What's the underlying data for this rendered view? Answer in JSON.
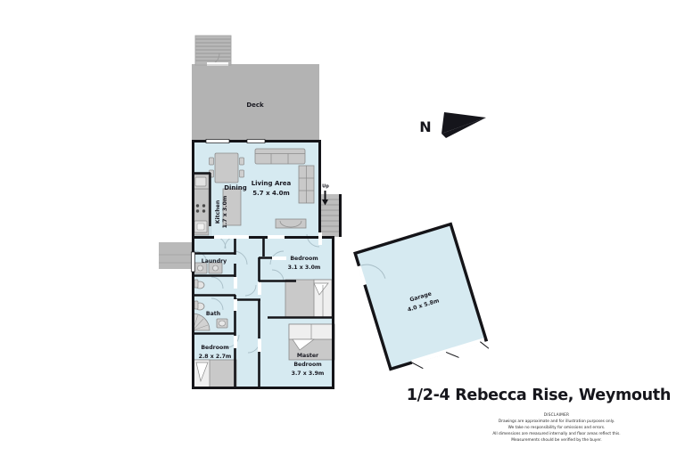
{
  "document": {
    "type": "real-estate-floor-plan",
    "title": "1/2-4 Rebecca Rise, Weymouth",
    "disclaimer": {
      "heading": "DISCLAIMER",
      "lines": [
        "Drawings are approximate and for illustration purposes only.",
        "We take no responsibility for omissions and errors.",
        "All dimensions are measured internally and floor areas reflect this.",
        "Measurements should be verified by the buyer."
      ]
    },
    "compass": {
      "label": "N",
      "direction": "east-pointing-arrow"
    }
  },
  "colors": {
    "room_fill": "#d6eaf1",
    "deck_fill": "#b3b3b3",
    "wall": "#141418",
    "furniture_fill": "#c9c9c9",
    "furniture_stroke": "#8a8a8a",
    "text": "#16161c",
    "page_background": "#ffffff"
  },
  "rooms": [
    {
      "id": "deck",
      "name": "Deck",
      "dimensions": "",
      "fill": "deck"
    },
    {
      "id": "living-area",
      "name": "Living Area",
      "dimensions": "5.7 x 4.0m",
      "fill": "room"
    },
    {
      "id": "dining",
      "name": "Dining",
      "dimensions": "",
      "fill": "room"
    },
    {
      "id": "kitchen",
      "name": "Kitchen",
      "dimensions": "1.7 x 3.0m",
      "fill": "room",
      "orientation": "vertical"
    },
    {
      "id": "laundry",
      "name": "Laundry",
      "dimensions": "",
      "fill": "room"
    },
    {
      "id": "bath",
      "name": "Bath",
      "dimensions": "",
      "fill": "room"
    },
    {
      "id": "bedroom-2",
      "name": "Bedroom",
      "dimensions": "3.1 x 3.0m",
      "fill": "room"
    },
    {
      "id": "bedroom-3",
      "name": "Bedroom",
      "dimensions": "2.8 x 2.7m",
      "fill": "room"
    },
    {
      "id": "master-bedroom",
      "name": "Master Bedroom",
      "dimensions": "3.7 x 3.9m",
      "fill": "room"
    },
    {
      "id": "garage",
      "name": "Garage",
      "dimensions": "4.0 x 5.8m",
      "fill": "room"
    }
  ],
  "annotations": {
    "stair_up": "Up"
  },
  "labels": {
    "deck": "Deck",
    "living_area_name": "Living Area",
    "living_area_dims": "5.7 x 4.0m",
    "dining": "Dining",
    "kitchen_name": "Kitchen",
    "kitchen_dims": "1.7 x 3.0m",
    "laundry": "Laundry",
    "bath": "Bath",
    "bedroom2_name": "Bedroom",
    "bedroom2_dims": "3.1 x 3.0m",
    "bedroom3_name": "Bedroom",
    "bedroom3_dims": "2.8 x 2.7m",
    "master_name1": "Master",
    "master_name2": "Bedroom",
    "master_dims": "3.7 x 3.9m",
    "garage_name": "Garage",
    "garage_dims": "4.0 x 5.8m",
    "up": "Up",
    "north": "N"
  }
}
